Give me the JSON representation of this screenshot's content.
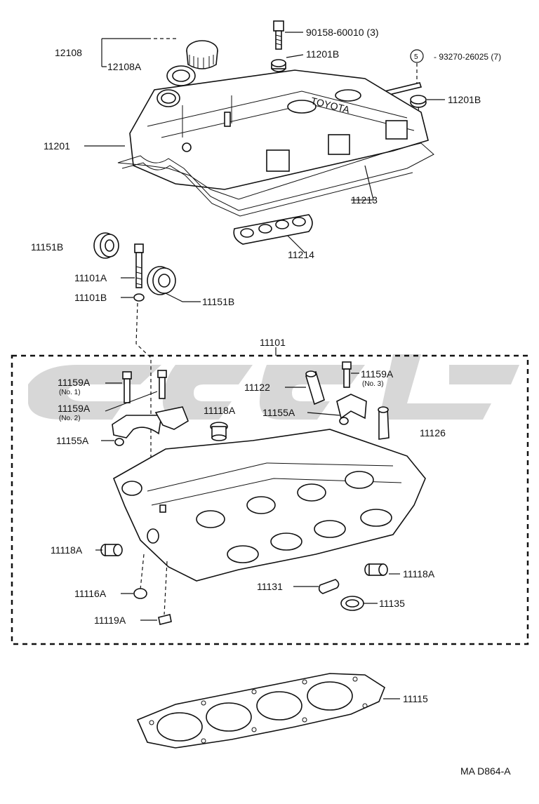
{
  "figure_code": "MA  D864-A",
  "cover_text": "TOYOTA",
  "parts": {
    "p12108": "12108",
    "p12108A": "12108A",
    "p90158": "90158-60010 (3)",
    "p11201B_top": "11201B",
    "p5_symbol": "5",
    "p93270": "- 93270-26025 (7)",
    "p11201B_right": "11201B",
    "p11201": "11201",
    "p11213": "11213",
    "p11214": "11214",
    "p11151B_left": "11151B",
    "p11101A": "11101A",
    "p11101B": "11101B",
    "p11151B_right": "11151B",
    "p11101": "11101",
    "p11159A_no1": "11159A",
    "no1": "(No. 1)",
    "p11159A_no2": "11159A",
    "no2": "(No. 2)",
    "p11122": "11122",
    "p11159A_no3": "11159A",
    "no3": "(No. 3)",
    "p11118A_center": "11118A",
    "p11155A_center": "11155A",
    "p11126": "11126",
    "p11155A_left": "11155A",
    "p11118A_left": "11118A",
    "p11116A": "11116A",
    "p11119A": "11119A",
    "p11131": "11131",
    "p11118A_right": "11118A",
    "p11135": "11135",
    "p11115": "11115"
  }
}
